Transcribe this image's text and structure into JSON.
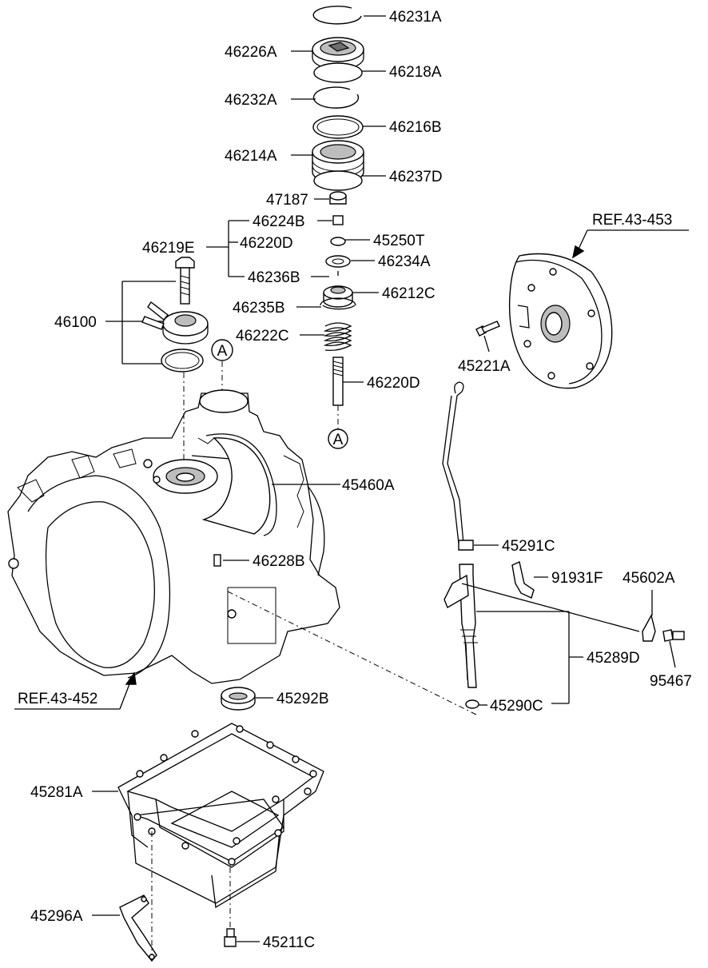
{
  "labels": {
    "p46231A": "46231A",
    "p46226A": "46226A",
    "p46218A": "46218A",
    "p46232A": "46232A",
    "p46216B": "46216B",
    "p46214A": "46214A",
    "p46237D": "46237D",
    "p47187": "47187",
    "p46224B": "46224B",
    "p46220D_a": "46220D",
    "p46219E": "46219E",
    "p45250T": "45250T",
    "p46234A": "46234A",
    "p46236B": "46236B",
    "p46212C": "46212C",
    "p46235B": "46235B",
    "p46100": "46100",
    "p46222C": "46222C",
    "p46220D_b": "46220D",
    "p45460A": "45460A",
    "p46228B": "46228B",
    "p45221A": "45221A",
    "ref_453": "REF.43-453",
    "p45291C": "45291C",
    "p91931F": "91931F",
    "p45602A": "45602A",
    "p45289D": "45289D",
    "p95467": "95467",
    "ref_452": "REF.43-452",
    "p45292B": "45292B",
    "p45290C": "45290C",
    "p45281A": "45281A",
    "p45296A": "45296A",
    "p45211C": "45211C",
    "marker_a_top": "A",
    "marker_a_bottom": "A"
  }
}
